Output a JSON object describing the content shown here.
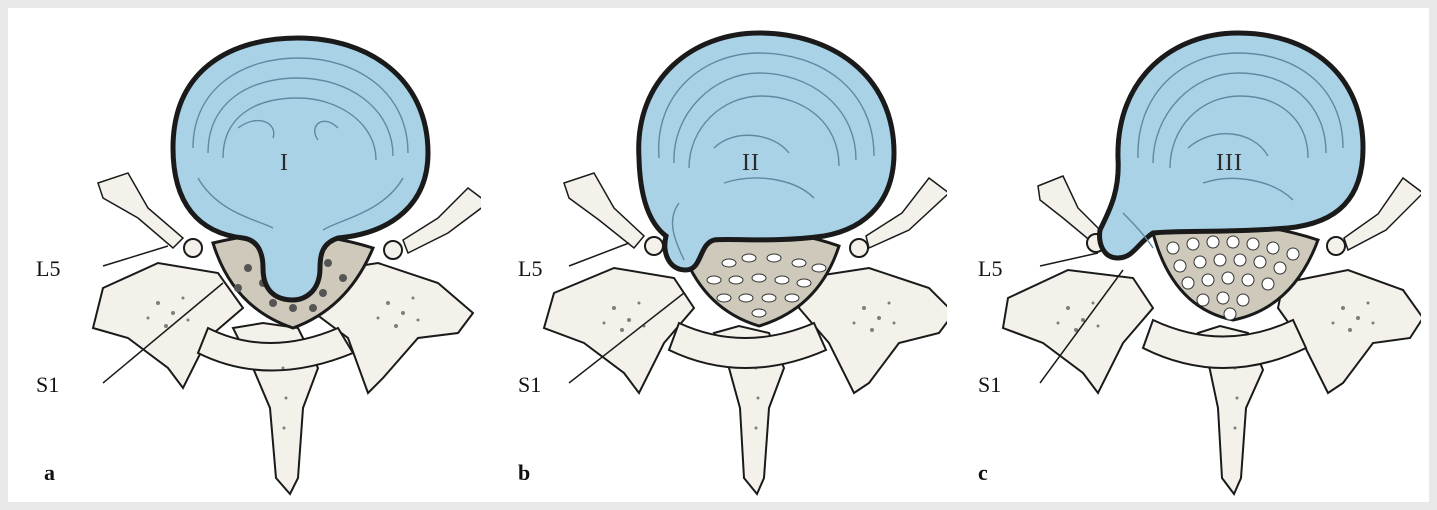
{
  "panels": [
    {
      "letter": "a",
      "roman": "I",
      "levels": {
        "upper": "L5",
        "lower": "S1"
      }
    },
    {
      "letter": "b",
      "roman": "II",
      "levels": {
        "upper": "L5",
        "lower": "S1"
      }
    },
    {
      "letter": "c",
      "roman": "III",
      "levels": {
        "upper": "L5",
        "lower": "S1"
      }
    }
  ],
  "colors": {
    "disc_fill": "#a9d2e6",
    "disc_lines": "#5e8aa0",
    "bone_fill": "#f4f1ea",
    "outline": "#1a1a1a",
    "canal_fill": "#cfc9bb"
  }
}
